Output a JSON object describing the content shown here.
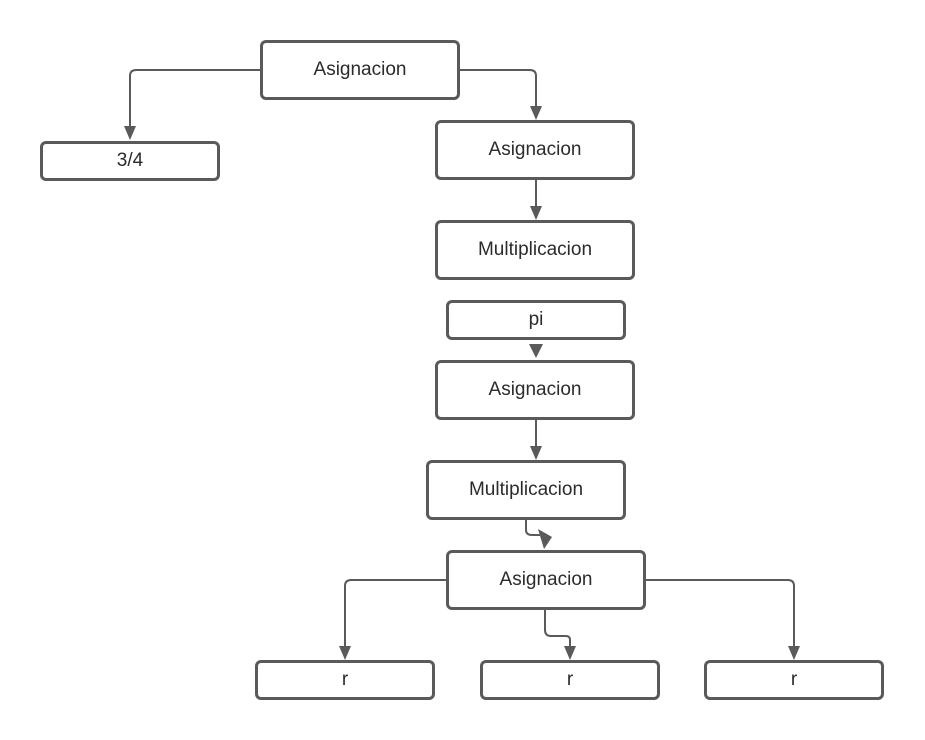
{
  "diagram": {
    "nodes": [
      {
        "id": "n1",
        "label": "Asignacion"
      },
      {
        "id": "n2",
        "label": "3/4"
      },
      {
        "id": "n3",
        "label": "Asignacion"
      },
      {
        "id": "n4",
        "label": "Multiplicacion"
      },
      {
        "id": "n5",
        "label": "pi"
      },
      {
        "id": "n6",
        "label": "Asignacion"
      },
      {
        "id": "n7",
        "label": "Multiplicacion"
      },
      {
        "id": "n8",
        "label": "Asignacion"
      },
      {
        "id": "n9",
        "label": "r"
      },
      {
        "id": "n10",
        "label": "r"
      },
      {
        "id": "n11",
        "label": "r"
      }
    ],
    "edges": [
      {
        "from": "n1",
        "to": "n2"
      },
      {
        "from": "n1",
        "to": "n3"
      },
      {
        "from": "n3",
        "to": "n4"
      },
      {
        "from": "n5",
        "to": "n6"
      },
      {
        "from": "n6",
        "to": "n7"
      },
      {
        "from": "n7",
        "to": "n8"
      },
      {
        "from": "n8",
        "to": "n9"
      },
      {
        "from": "n8",
        "to": "n10"
      },
      {
        "from": "n8",
        "to": "n11"
      }
    ],
    "colors": {
      "stroke": "#5a5a5a",
      "text": "#2b2b2b",
      "background": "#ffffff"
    }
  }
}
